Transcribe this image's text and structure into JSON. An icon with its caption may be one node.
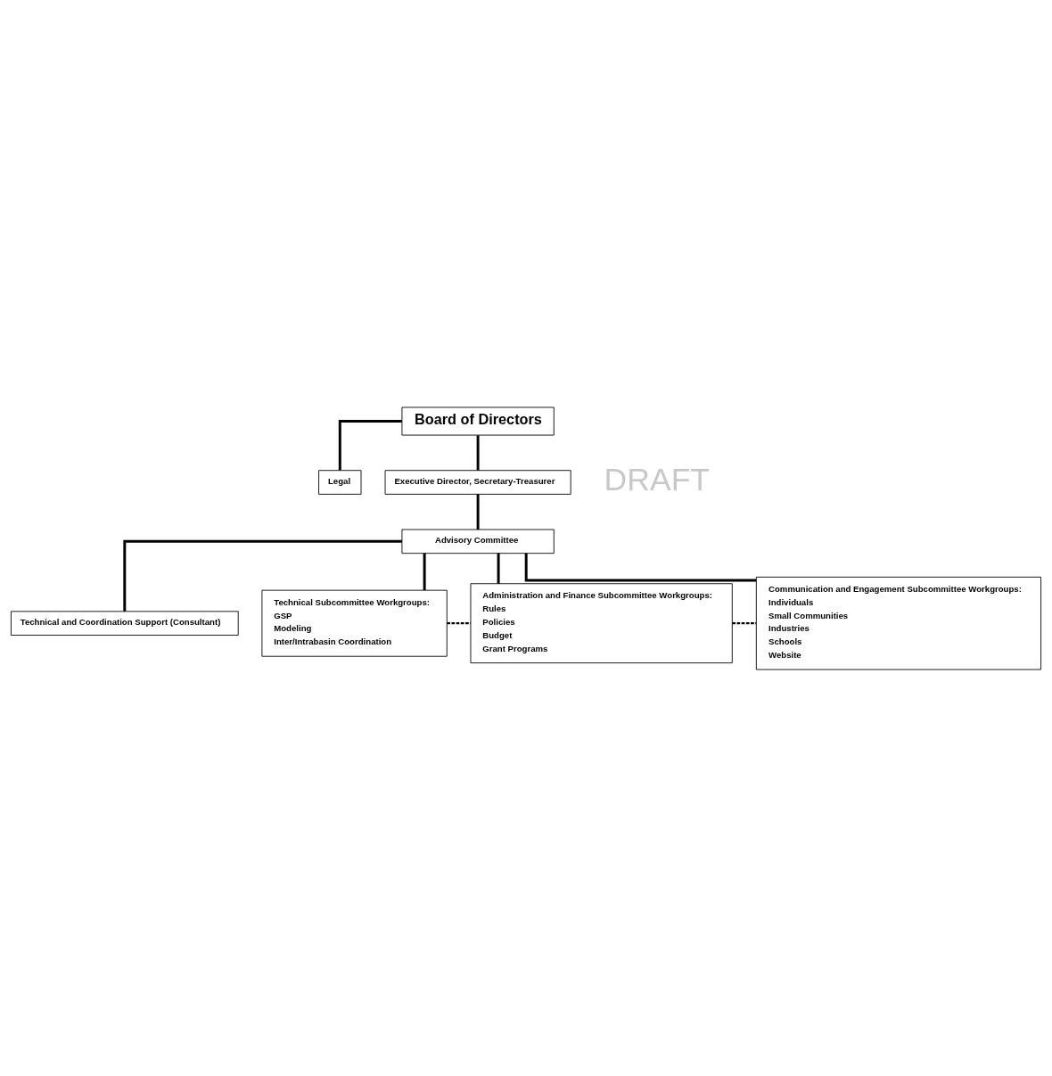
{
  "diagram": {
    "nodes": [
      {
        "text": [
          "Board of Directors"
        ]
      },
      {
        "text": [
          "Legal"
        ]
      },
      {
        "text": [
          "Executive Director, Secretary-Treasurer"
        ]
      },
      {
        "text": [
          "Advisory Committee"
        ]
      },
      {
        "text": [
          "Technical and Coordination Support (Consultant)"
        ]
      },
      {
        "text": [
          "Technical Subcommittee Workgroups:",
          "GSP",
          "Modeling",
          "Inter/Intrabasin Coordination"
        ]
      },
      {
        "text": [
          "Administration and Finance Subcommittee Workgroups:",
          "Rules",
          "Policies",
          "Budget",
          "Grant Programs"
        ]
      },
      {
        "text": [
          "Communication and Engagement Subcommittee Workgroups:",
          "Individuals",
          "Small Communities",
          "Industries",
          "Schools",
          "Website"
        ]
      }
    ],
    "edges": [
      {
        "from": 0,
        "to": 1,
        "arrow": "none"
      },
      {
        "from": 0,
        "to": 2,
        "arrow": "none"
      },
      {
        "from": 2,
        "to": 3,
        "arrow": "none"
      },
      {
        "from": 3,
        "to": 4,
        "arrow": "none"
      },
      {
        "from": 3,
        "to": 5,
        "arrow": "none"
      },
      {
        "from": 3,
        "to": 6,
        "arrow": "none"
      },
      {
        "from": 3,
        "to": 7,
        "arrow": "none"
      },
      {
        "from": 5,
        "to": 6,
        "arrow": "none",
        "style": "dashed"
      },
      {
        "from": 6,
        "to": 7,
        "arrow": "none",
        "style": "dashed"
      }
    ],
    "labels": [
      "DRAFT"
    ]
  }
}
